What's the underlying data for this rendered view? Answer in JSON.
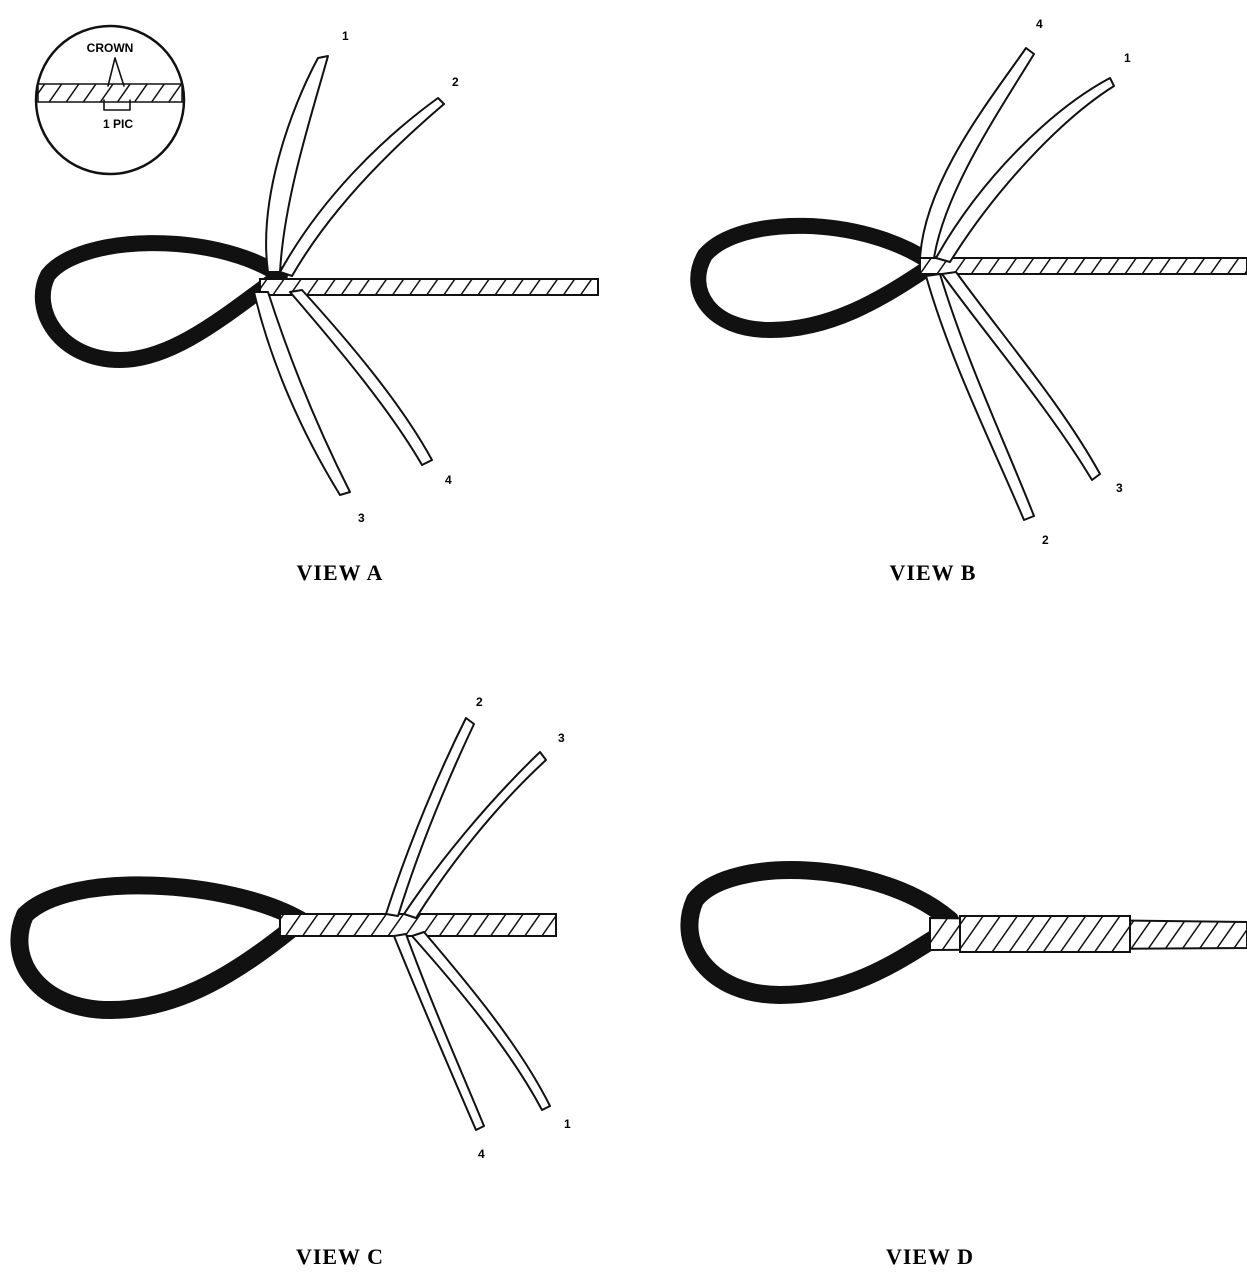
{
  "inset": {
    "crown_label": "CROWN",
    "pic_label": "1 PIC"
  },
  "views": [
    {
      "title": "VIEW A",
      "strand_labels": [
        "1",
        "2",
        "3",
        "4"
      ]
    },
    {
      "title": "VIEW B",
      "strand_labels": [
        "4",
        "1",
        "2",
        "3"
      ]
    },
    {
      "title": "VIEW C",
      "strand_labels": [
        "2",
        "3",
        "4",
        "1"
      ]
    },
    {
      "title": "VIEW D",
      "strand_labels": []
    }
  ]
}
